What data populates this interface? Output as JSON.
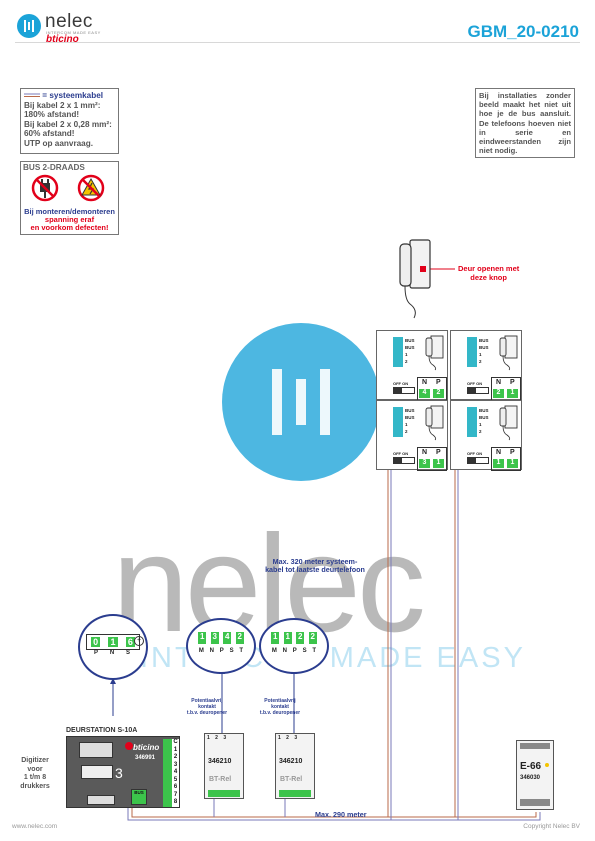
{
  "header": {
    "brand": "nelec",
    "brand_tagline": "INTERCOM MADE EASY",
    "partner": "bticino",
    "doc_code": "GBM_20-0210"
  },
  "cable_note": {
    "title": "= systeemkabel",
    "lines": [
      "Bij kabel 2 x 1 mm²:",
      "180% afstand!",
      "Bij kabel 2 x 0,28 mm²:",
      "60% afstand!",
      "UTP op aanvraag."
    ]
  },
  "bus_note": {
    "title": "BUS 2-DRAADS",
    "lines": [
      "Bij monteren/demonteren",
      "spanning eraf",
      "en voorkom defecten!"
    ],
    "icons": [
      "no-plug-icon",
      "no-high-voltage-icon"
    ]
  },
  "info_note": {
    "text": "Bij installaties zonder beeld maakt het niet uit hoe je de bus aansluit. De telefoons hoeven niet in serie en eindweerstanden zijn niet nodig."
  },
  "handset_callout": {
    "text_line1": "Deur openen met",
    "text_line2": "deze knop"
  },
  "phones": [
    {
      "slot": "1",
      "switch": "OFF ON",
      "n_label": "N",
      "p_label": "P",
      "n_value": "4",
      "p_value": "2"
    },
    {
      "slot": "2",
      "switch": "OFF ON",
      "n_label": "N",
      "p_label": "P",
      "n_value": "2",
      "p_value": "1"
    },
    {
      "slot": "3",
      "switch": "OFF ON",
      "n_label": "N",
      "p_label": "P",
      "n_value": "3",
      "p_value": "1"
    },
    {
      "slot": "4",
      "switch": "OFF ON",
      "n_label": "N",
      "p_label": "P",
      "n_value": "1",
      "p_value": "1"
    }
  ],
  "terminal_labels": [
    "BUS",
    "BUS",
    "1",
    "2"
  ],
  "max_system": {
    "line1": "Max. 320 meter systeem-",
    "line2": "kabel tot laatste deurtelefoon"
  },
  "max_290": "Max. 290 meter",
  "zoom_circles": [
    {
      "digits": [
        "0",
        "1",
        "6"
      ],
      "labels": [
        "P",
        "N",
        "S"
      ]
    },
    {
      "digits": [
        "1",
        "3",
        "4",
        "2"
      ],
      "labels": [
        "M",
        "N",
        "P",
        "S",
        "T"
      ]
    },
    {
      "digits": [
        "1",
        "1",
        "2",
        "2"
      ],
      "labels": [
        "M",
        "N",
        "P",
        "S",
        "T"
      ]
    }
  ],
  "relay_caption": {
    "line1": "Potentiaalvrij",
    "line2": "kontakt",
    "line3": "t.b.v. deuropener"
  },
  "relays": [
    {
      "code": "346210",
      "tag": "BT-Rel"
    },
    {
      "code": "346210",
      "tag": "BT-Rel"
    }
  ],
  "door_station": {
    "title": "DEURSTATION S-10A",
    "brand": "bticino",
    "code": "346991",
    "terminals": [
      "C",
      "1",
      "2",
      "3",
      "4",
      "5",
      "6",
      "7",
      "8"
    ],
    "bus_tag": "BUS"
  },
  "digitizer_label": [
    "Digitizer",
    "voor",
    "1 t/m 8",
    "drukkers"
  ],
  "power_supply": {
    "model": "E-66",
    "code": "346030"
  },
  "watermark": {
    "big": "nelec",
    "sub": "INTERCOM MADE EASY"
  },
  "footer": {
    "left": "www.nelec.com",
    "right": "Copyright Nelec BV"
  },
  "colors": {
    "accent_blue": "#1ba3d8",
    "warning_red": "#e2001a",
    "label_navy": "#2b3d8f",
    "terminal_green": "#3cc44b",
    "terminal_cyan": "#33b7c8"
  }
}
